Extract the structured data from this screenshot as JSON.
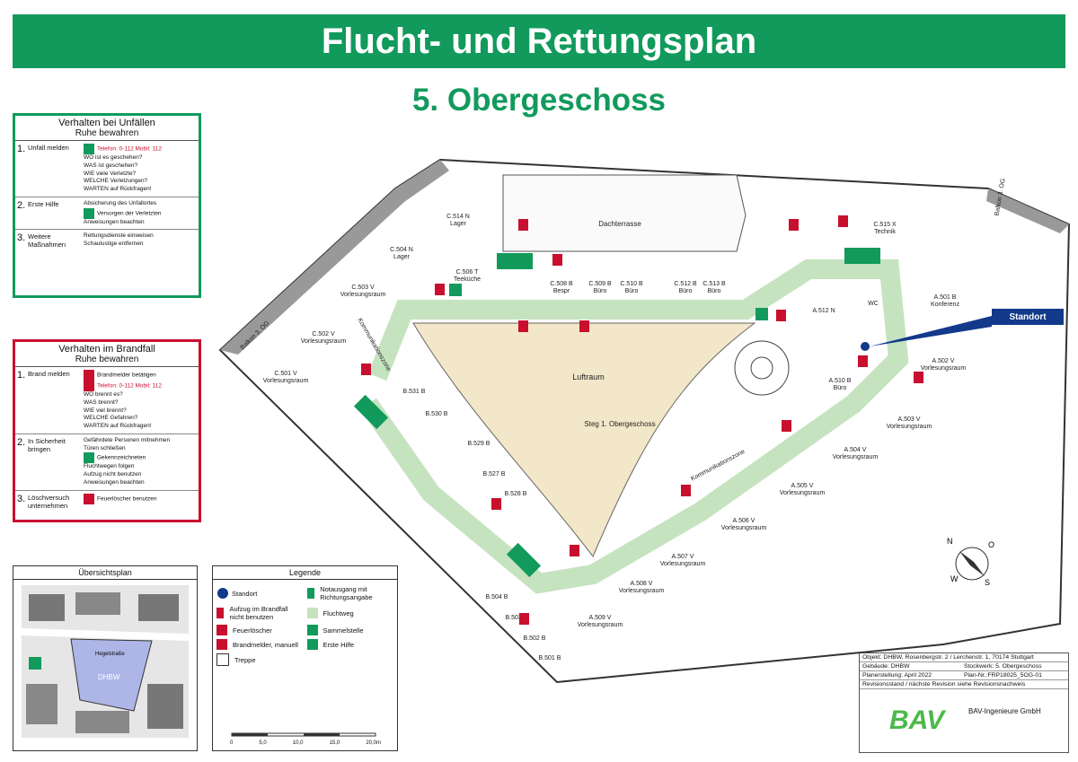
{
  "title": "Flucht- und Rettungsplan",
  "subtitle": "5. Obergeschoss",
  "accident": {
    "title": "Verhalten bei Unfällen",
    "subtitle": "Ruhe bewahren",
    "s1": {
      "num": "1.",
      "label": "Unfall melden",
      "phone": "Telefon: 0-112   Mobil: 112",
      "lines": [
        "WO ist es geschehen?",
        "WAS ist geschehen?",
        "WIE viele Verletzte?",
        "WELCHE Verletzungen?",
        "WARTEN auf Rückfragen!"
      ]
    },
    "s2": {
      "num": "2.",
      "label": "Erste Hilfe",
      "lines": [
        "Absicherung des Unfallortes",
        "Versorgen der Verletzten",
        "Anweisungen beachten"
      ]
    },
    "s3": {
      "num": "3.",
      "label": "Weitere Maßnahmen",
      "lines": [
        "Rettungsdienste einweisen",
        "Schaulustige entfernen"
      ]
    }
  },
  "fire": {
    "title": "Verhalten im Brandfall",
    "subtitle": "Ruhe bewahren",
    "s1": {
      "num": "1.",
      "label": "Brand melden",
      "l1": "Brandmelder betätigen",
      "phone": "Telefon: 0-112   Mobil: 112",
      "lines": [
        "WO brennt es?",
        "WAS brennt?",
        "WIE viel brennt?",
        "WELCHE Gefahren?",
        "WARTEN auf Rückfragen!"
      ]
    },
    "s2": {
      "num": "2.",
      "label": "In Sicherheit bringen",
      "lines": [
        "Gefährdete Personen mitnehmen",
        "Türen schließen",
        "Gekennzeichneten",
        "Fluchtwegen folgen",
        "Aufzug nicht benutzen",
        "Anweisungen beachten"
      ]
    },
    "s3": {
      "num": "3.",
      "label": "Löschversuch unternehmen",
      "l1": "Feuerlöscher benutzen"
    }
  },
  "overview": {
    "title": "Übersichtsplan",
    "street": "Hegelstraße",
    "building": "DHBW"
  },
  "legend": {
    "title": "Legende",
    "items": [
      "Standort",
      "Notausgang mit Richtungsangabe",
      "Aufzug im Brandfall nicht benutzen",
      "Fluchtweg",
      "Feuerlöscher",
      "Sammelstelle",
      "Brandmelder, manuell",
      "Erste Hilfe",
      "Treppe"
    ]
  },
  "scale": {
    "ticks": [
      "0",
      "5,0",
      "10,0",
      "15,0",
      "20,0m"
    ]
  },
  "titleblock": {
    "objekt": "Objekt: DHBW, Rosenbergstr. 2 / Lerchenstr. 1, 70174 Stuttgart",
    "gebaeude": "Gebäude: DHBW",
    "stockwerk": "Stockwerk: 5. Obergeschoss",
    "planer": "Planerstellung: April 2022",
    "plannr": "Plan-Nr.:FRP18025_5OG-01",
    "revision": "Revisionsstand / nächste Revision siehe Revisionsnachweis",
    "company": "BAV-Ingenieure GmbH",
    "logo": "BAV"
  },
  "standort_label": "Standort",
  "compass": {
    "n": "N",
    "o": "O",
    "s": "S",
    "w": "W"
  },
  "rooms": {
    "dachterrasse": "Dachterrasse",
    "luftraum": "Luftraum",
    "steg": "Steg 1. Obergeschoss",
    "c514": "C.514 N",
    "c514b": "Lager",
    "c504": "C.504 N",
    "c504b": "Lager",
    "c503": "C.503 V",
    "c503b": "Vorlesungsraum",
    "c502": "C.502 V",
    "c502b": "Vorlesungsraum",
    "c501": "C.501 V",
    "c501b": "Vorlesungsraum",
    "c506": "C.506 T",
    "c506b": "Teeküche",
    "c508": "C.508 B",
    "c508b": "Bespr",
    "c509": "C.509 B",
    "c509b": "Büro",
    "c510": "C.510 B",
    "c510b": "Büro",
    "c512": "C.512 B",
    "c512b": "Büro",
    "c513": "C.513 B",
    "c513b": "Büro",
    "c515": "C.515 X",
    "c515b": "Technik",
    "a501": "A.501 B",
    "a501b": "Konferenz",
    "a502": "A.502 V",
    "a502b": "Vorlesungsraum",
    "a503": "A.503 V",
    "a503b": "Vorlesungsraum",
    "a504": "A.504 V",
    "a504b": "Vorlesungsraum",
    "a505": "A.505 V",
    "a505b": "Vorlesungsraum",
    "a506": "A.506 V",
    "a506b": "Vorlesungsraum",
    "a507": "A.507 V",
    "a507b": "Vorlesungsraum",
    "a508": "A.508 V",
    "a508b": "Vorlesungsraum",
    "a509": "A.509 V",
    "a509b": "Vorlesungsraum",
    "a510": "A.510 B",
    "a510b": "Büro",
    "a512": "A.512 N",
    "wc": "WC",
    "b501": "B.501 B",
    "b502": "B.502 B",
    "b503": "B.503 B",
    "b504": "B.504 B",
    "b527": "B.527 B",
    "b528": "B.528 B",
    "b529": "B.529 B",
    "b530": "B.530 B",
    "b531": "B.531 B",
    "kom1": "Kommunikationszone",
    "kom2": "Kommunikationszone",
    "balkon1": "Balkon 3. OG",
    "balkon2": "Balkon 3. OG"
  },
  "colors": {
    "green": "#119a5c",
    "red": "#c8102e",
    "route": "#c5e3bf",
    "luftraum": "#f3e7c9",
    "navy": "#12398a"
  }
}
